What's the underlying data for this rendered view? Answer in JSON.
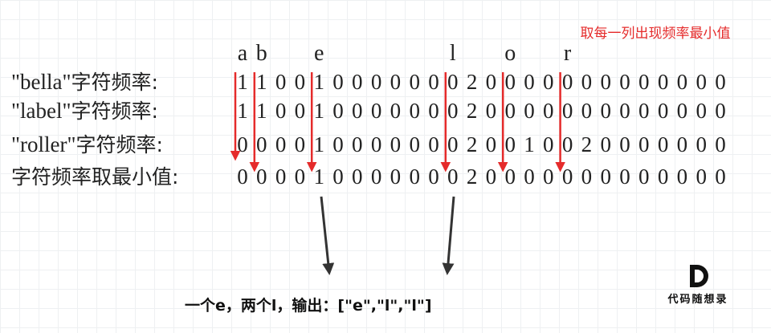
{
  "note": "取每一列出现频率最小值",
  "letters": [
    {
      "char": "a",
      "col": 0
    },
    {
      "char": "b",
      "col": 1
    },
    {
      "char": "e",
      "col": 4
    },
    {
      "char": "l",
      "col": 11
    },
    {
      "char": "o",
      "col": 14
    },
    {
      "char": "r",
      "col": 17
    }
  ],
  "rows": [
    {
      "quoted": "\"bella\"",
      "suffix": "字符频率:",
      "digits": "11001000000020000000000000"
    },
    {
      "quoted": "\"label\"",
      "suffix": "字符频率:",
      "digits": "11001000000020000000000000"
    },
    {
      "quoted": "\"roller\"",
      "suffix": "字符频率:",
      "digits": "00001000000020010020000000"
    },
    {
      "quoted": "",
      "suffix": "字符频率取最小值:",
      "digits": "00001000000020000000000000"
    }
  ],
  "output": "一个e，两个l，输出：[\"e\",\"l\",\"l\"]",
  "logo": {
    "text": "代码随想录",
    "icon": "d-logo-icon"
  },
  "colors": {
    "arrow_red": "#e52b2b",
    "arrow_dark": "#333333",
    "note_red": "#e52b2b"
  }
}
